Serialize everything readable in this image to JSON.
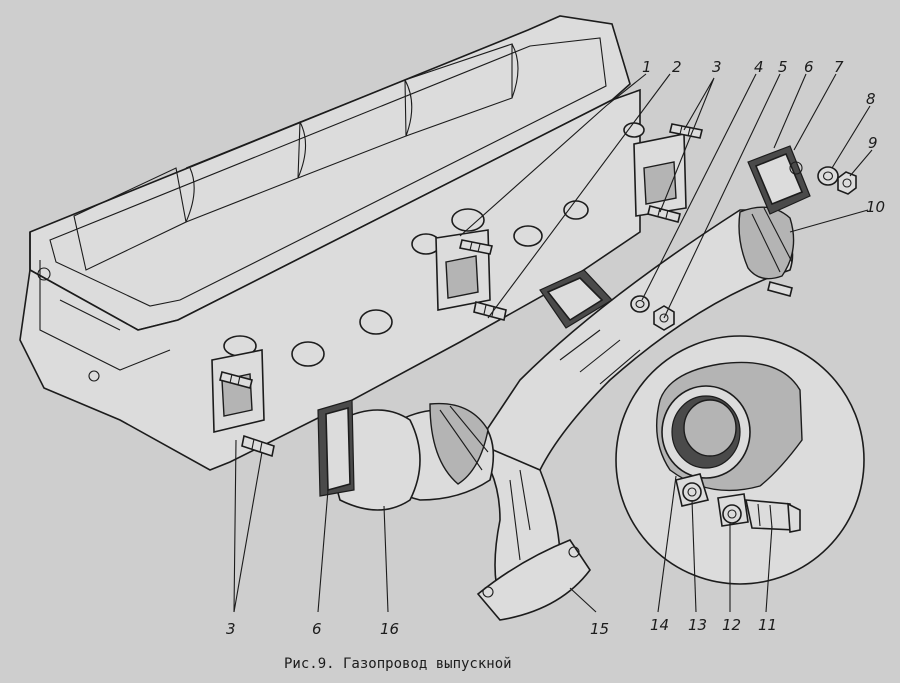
{
  "caption": "Рис.9. Газопровод выпускной",
  "callouts": [
    "1",
    "2",
    "3",
    "4",
    "5",
    "6",
    "7",
    "8",
    "9",
    "10",
    "3",
    "6",
    "16",
    "15",
    "14",
    "13",
    "12",
    "11"
  ]
}
